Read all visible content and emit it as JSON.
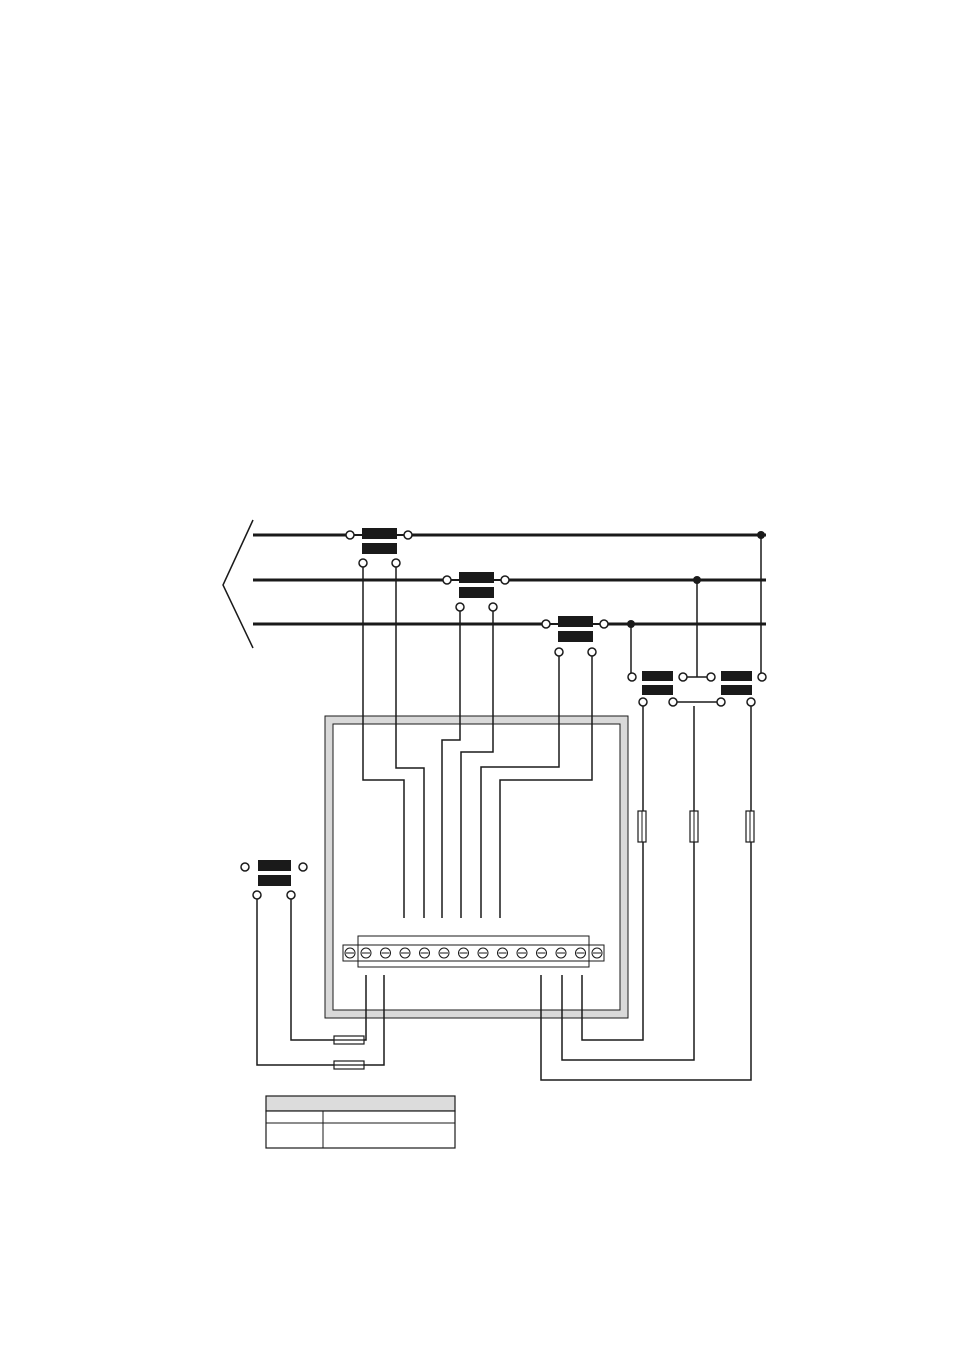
{
  "diagram": {
    "description_text": [],
    "colors": {
      "line": "#1a1a1a",
      "wire": "#1a1a1a",
      "housing_fill": "#d9d9d9",
      "ct_fill": "#1a1a1a",
      "terminal_strip_fill": "#ffffff",
      "legend_header_fill": "#dcdcdc",
      "background": "#ffffff"
    },
    "phases": [
      "phase-1",
      "phase-2",
      "phase-3"
    ],
    "current_transformers": [
      "ct-phase-1",
      "ct-phase-2",
      "ct-phase-3",
      "ct-auxiliary"
    ],
    "voltage_transformers": [
      "vt-1",
      "vt-2"
    ],
    "fuses": [
      "fuse-1",
      "fuse-2",
      "fuse-3",
      "aux-fuse-1",
      "aux-fuse-2"
    ],
    "terminal_count": 12,
    "legend": {
      "header": "",
      "cells": [
        "",
        ""
      ]
    }
  }
}
